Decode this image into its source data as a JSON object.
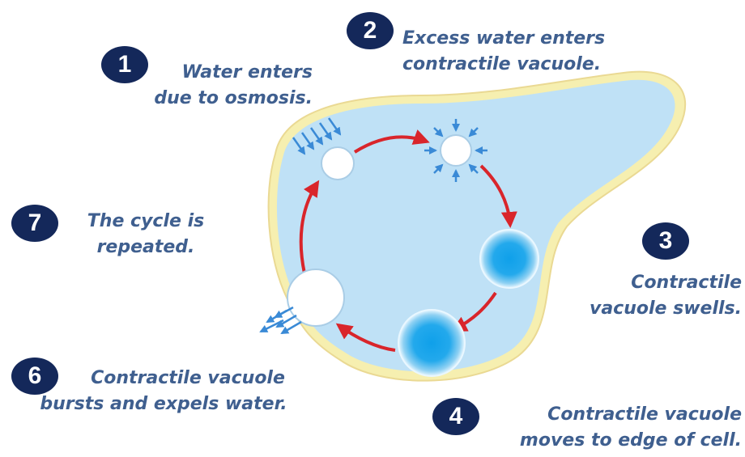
{
  "steps": [
    {
      "number": "1",
      "lines": [
        "Water enters",
        "due to osmosis."
      ]
    },
    {
      "number": "2",
      "lines": [
        "Excess water enters",
        "contractile vacuole."
      ]
    },
    {
      "number": "3",
      "lines": [
        "Contractile",
        "vacuole swells."
      ]
    },
    {
      "number": "4",
      "lines": [
        "Contractile vacuole",
        "moves to edge of cell."
      ]
    },
    {
      "number": "6",
      "lines": [
        "Contractile vacuole",
        "bursts and expels water."
      ]
    },
    {
      "number": "7",
      "lines": [
        "The cycle is",
        "repeated."
      ]
    }
  ],
  "colors": {
    "badge": "#14285a",
    "text": "#3f5f8f",
    "cell_fill": "#bfe1f6",
    "cell_border": "#f3eda5",
    "cycle_arrow": "#d9252b",
    "water_arrow": "#3a8ad6",
    "vacuole_core": "#19a7ec"
  }
}
